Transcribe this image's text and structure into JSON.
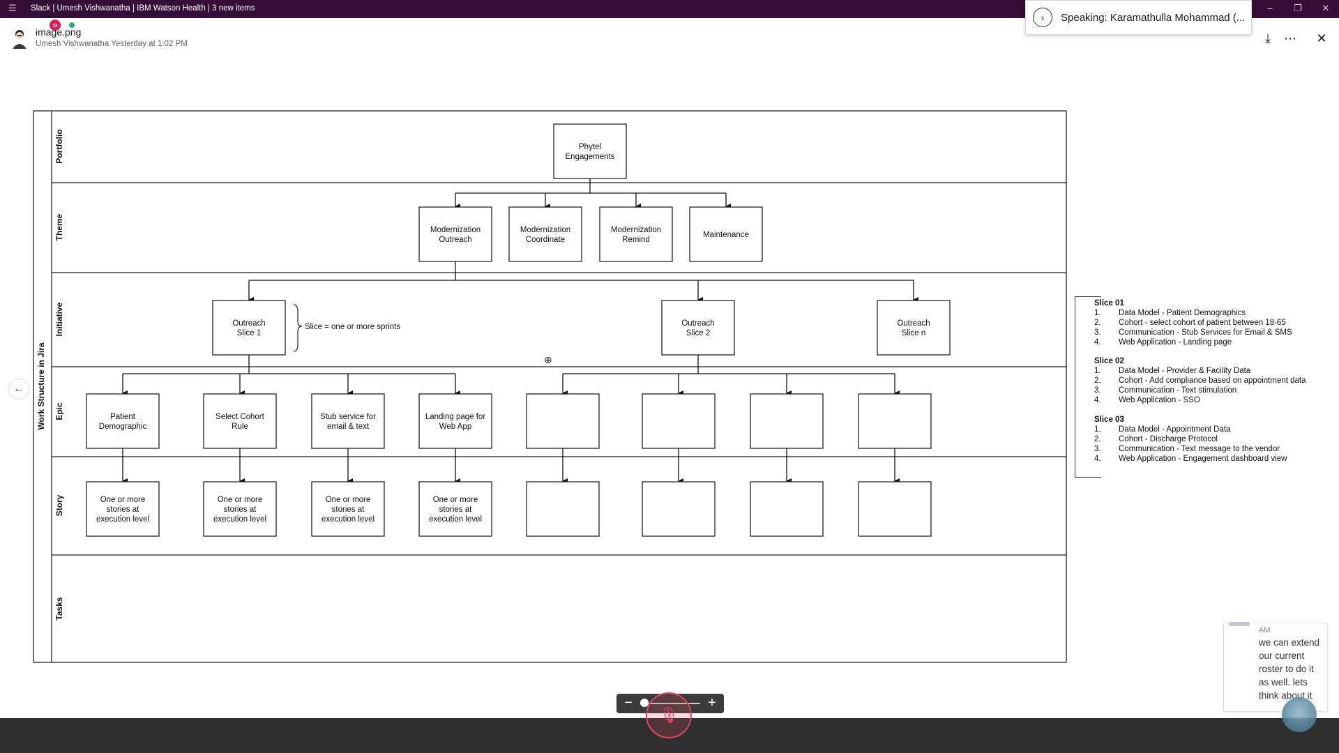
{
  "titlebar": {
    "title": "Slack | Umesh Vishwanatha | IBM Watson Health | 3 new items",
    "menu_icon": "☰",
    "minimize_icon": "–",
    "restore_icon": "❐",
    "close_icon": "✕"
  },
  "speaking": {
    "text": "Speaking: Karamathulla Mohammad (..."
  },
  "file": {
    "name": "image.png",
    "meta": "Umesh Vishwanatha Yesterday at 1:02 PM",
    "rec_badge": "o"
  },
  "header_actions": {
    "download_icon": "⤓",
    "more_icon": "⋯",
    "close_icon": "✕"
  },
  "nav": {
    "back_icon": "←"
  },
  "diagram": {
    "outer_label": "Work Structure in Jira",
    "lanes": [
      "Portfolio",
      "Theme",
      "Initiative",
      "Epic",
      "Story",
      "Tasks"
    ],
    "portfolio": [
      "Phytel",
      "Engagements"
    ],
    "themes": [
      [
        "Modernization",
        "Outreach"
      ],
      [
        "Modernization",
        "Coordinate"
      ],
      [
        "Modernization",
        "Remind"
      ],
      [
        "Maintenance"
      ]
    ],
    "initiatives": [
      [
        "Outreach",
        "Slice 1"
      ],
      [
        "Outreach",
        "Slice 2"
      ],
      [
        "Outreach",
        "Slice n"
      ]
    ],
    "slice_note": "Slice = one or more sprints",
    "epics": [
      [
        "Patient",
        "Demographic"
      ],
      [
        "Select Cohort",
        "Rule"
      ],
      [
        "Stub service for",
        "email & text"
      ],
      [
        "Landing page for",
        "Web App"
      ],
      [],
      [],
      [],
      []
    ],
    "stories": [
      [
        "One or more",
        "stories at",
        "execution level"
      ],
      [
        "One or more",
        "stories at",
        "execution level"
      ],
      [
        "One or more",
        "stories at",
        "execution level"
      ],
      [
        "One or more",
        "stories at",
        "execution level"
      ],
      [],
      [],
      [],
      []
    ]
  },
  "slices": [
    {
      "title": "Slice 01",
      "items": [
        "Data Model - Patient Demographics",
        "Cohort - select cohort of patient between 18-65",
        "Communication - Stub Services for Email & SMS",
        "Web Application - Landing page"
      ]
    },
    {
      "title": "Slice 02",
      "items": [
        "Data Model - Provider & Facility Data",
        "Cohort - Add compliance based on appointment data",
        "Communication - Text stimulation",
        "Web Application - SSO"
      ]
    },
    {
      "title": "Slice 03",
      "items": [
        "Data Model - Appointment Data",
        "Cohort - Discharge Protocol",
        "Communication - Text message to the vendor",
        "Web Application - Engagement dashboard view"
      ]
    }
  ],
  "chat": {
    "time": "AM",
    "message": "we can extend our current roster to do it as well. lets think about it"
  },
  "zoom": {
    "minus": "−",
    "plus": "+",
    "level": 0.05
  },
  "mic": {
    "icon": "🎙"
  },
  "magnifier_icon": "⊕"
}
